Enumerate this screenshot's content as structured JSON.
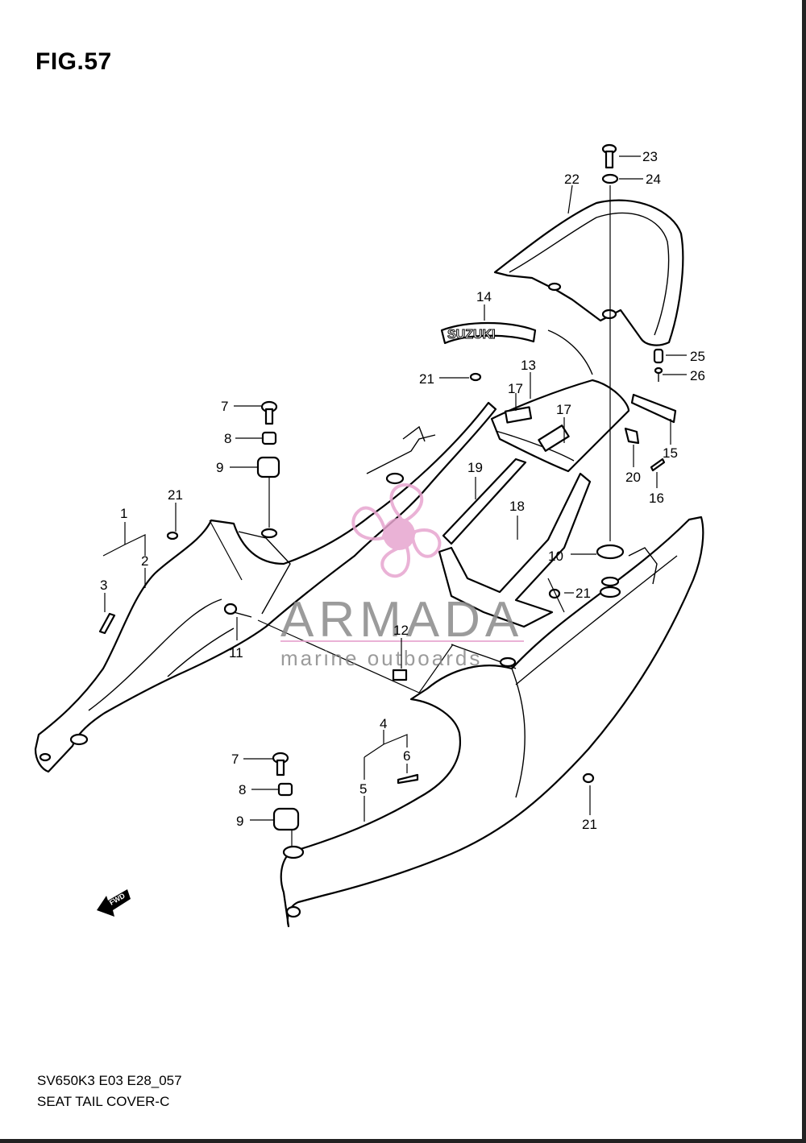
{
  "figure": {
    "title": "FIG.57",
    "model_code": "SV650K3 E03 E28_057",
    "name": "SEAT TAIL COVER-C"
  },
  "watermark": {
    "brand": "ARMADA",
    "tagline": "marine outboards",
    "logo_color": "#e7a5cf"
  },
  "badges": {
    "emblem_text": "SUZUKI",
    "direction_text": "FWD"
  },
  "callouts": {
    "c1": "1",
    "c2": "2",
    "c3": "3",
    "c4": "4",
    "c5": "5",
    "c6": "6",
    "c7a": "7",
    "c7b": "7",
    "c8a": "8",
    "c8b": "8",
    "c9a": "9",
    "c9b": "9",
    "c10": "10",
    "c11": "11",
    "c12": "12",
    "c13": "13",
    "c14": "14",
    "c15": "15",
    "c16": "16",
    "c17a": "17",
    "c17b": "17",
    "c18": "18",
    "c19": "19",
    "c20": "20",
    "c21a": "21",
    "c21b": "21",
    "c21c": "21",
    "c21d": "21",
    "c22": "22",
    "c23": "23",
    "c24": "24",
    "c25": "25",
    "c26": "26"
  }
}
